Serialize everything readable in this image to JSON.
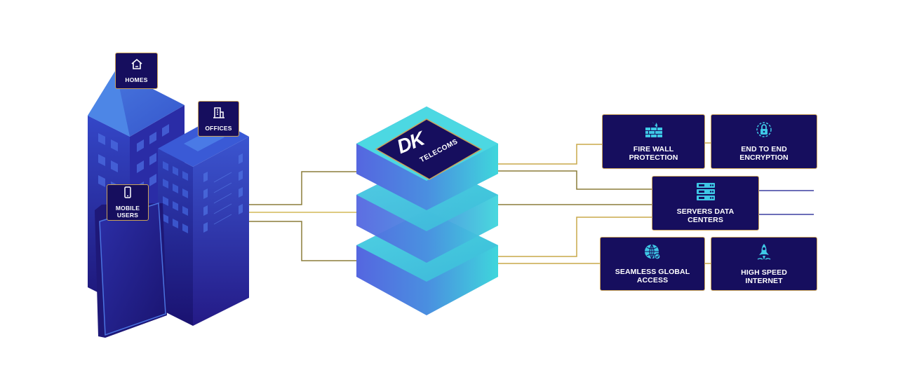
{
  "hub": {
    "brand": "DK",
    "name": "TELECOMS"
  },
  "sources": [
    {
      "label": "HOMES",
      "icon": "home-icon"
    },
    {
      "label": "OFFICES",
      "icon": "office-building-icon"
    },
    {
      "label": "MOBILE\nUSERS",
      "icon": "smartphone-icon"
    }
  ],
  "features": [
    {
      "label": "FIRE WALL\nPROTECTION",
      "icon": "firewall-icon"
    },
    {
      "label": "END TO END\nENCRYPTION",
      "icon": "encryption-lock-icon"
    },
    {
      "label": "SERVERS DATA\nCENTERS",
      "icon": "server-rack-icon"
    },
    {
      "label": "SEAMLESS GLOBAL\nACCESS",
      "icon": "globe-icon"
    },
    {
      "label": "HIGH SPEED\nINTERNET",
      "icon": "rocket-icon"
    }
  ],
  "colors": {
    "box_fill": "#160e5e",
    "box_border": "#c9a25a",
    "connector_gold": "#c9a94a",
    "connector_olive": "#8b7d3a",
    "building_dark": "#1f1577",
    "building_light": "#3b4fd1",
    "hub_teal": "#3fd6dc",
    "hub_blue": "#4a5fe0",
    "icon_cyan": "#3ec8e6"
  }
}
